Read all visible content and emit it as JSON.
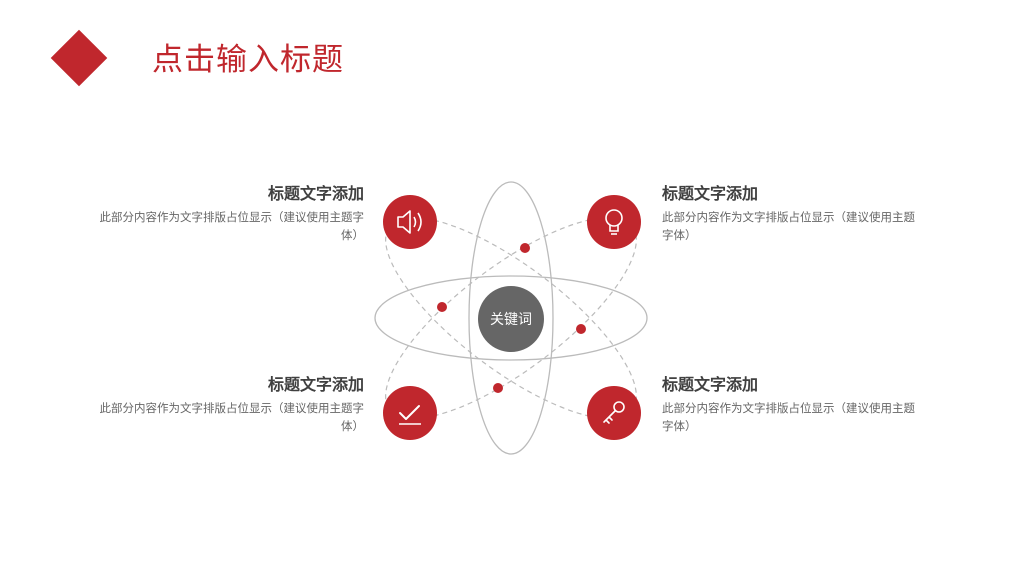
{
  "header": {
    "title": "点击输入标题"
  },
  "center": {
    "label": "关键词"
  },
  "items": [
    {
      "title": "标题文字添加",
      "desc": "此部分内容作为文字排版占位显示（建议使用主题字体）",
      "icon": "speaker-icon"
    },
    {
      "title": "标题文字添加",
      "desc": "此部分内容作为文字排版占位显示（建议使用主题字体）",
      "icon": "lightbulb-icon"
    },
    {
      "title": "标题文字添加",
      "desc": "此部分内容作为文字排版占位显示（建议使用主题字体）",
      "icon": "checkmark-icon"
    },
    {
      "title": "标题文字添加",
      "desc": "此部分内容作为文字排版占位显示（建议使用主题字体）",
      "icon": "key-icon"
    }
  ],
  "colors": {
    "accent": "#c0272d",
    "center": "#666666",
    "orbit": "#bbbbbb"
  }
}
